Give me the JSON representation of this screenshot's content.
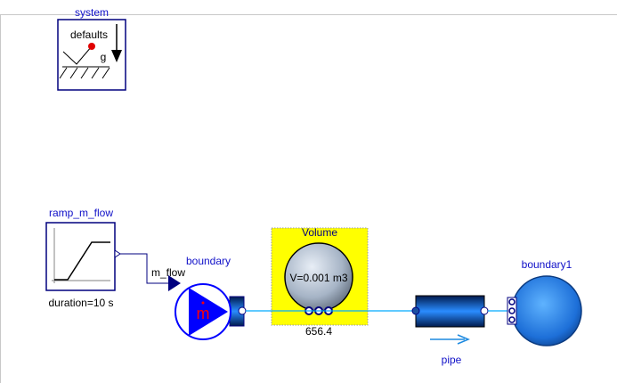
{
  "diagram": {
    "components": {
      "system": {
        "name": "system",
        "text_defaults": "defaults",
        "text_g": "g"
      },
      "ramp": {
        "name": "ramp_m_flow",
        "parameter": "duration=10 s"
      },
      "boundary": {
        "name": "boundary",
        "input_label": "m_flow",
        "symbol": "m"
      },
      "volume": {
        "name": "Volume",
        "parameter": "V=0.001 m3",
        "value": "656.4"
      },
      "pipe": {
        "name": "pipe"
      },
      "boundary1": {
        "name": "boundary1"
      }
    },
    "colors": {
      "component_name": "#1010c8",
      "icon_border": "#00007f",
      "volume_highlight": "#ffff00",
      "fluid_blue": "#1d6fd8",
      "connection": "#00aaff"
    }
  }
}
